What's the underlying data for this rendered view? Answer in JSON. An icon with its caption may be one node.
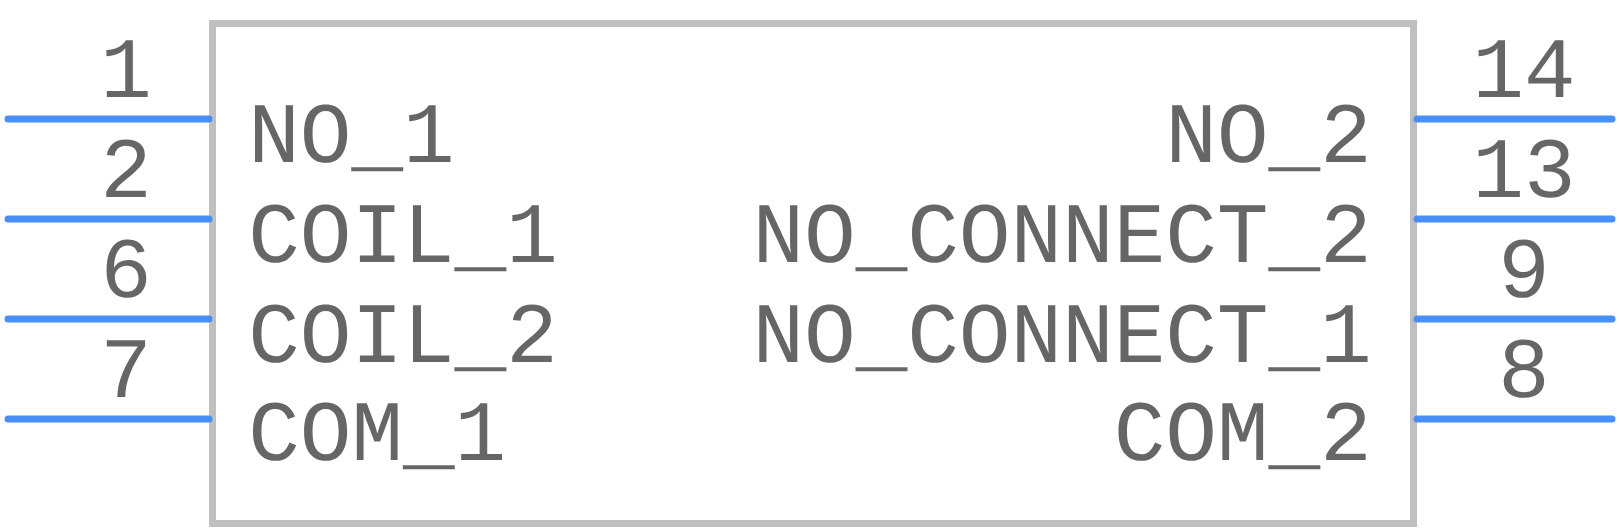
{
  "diagram": {
    "nodes": [
      {
        "text": [],
        "shape": "box"
      },
      {
        "text": [
          "NO_1"
        ],
        "in": 0
      },
      {
        "text": [
          "NO_2"
        ],
        "in": 0
      },
      {
        "text": [
          "COIL_1"
        ],
        "in": 0
      },
      {
        "text": [
          "NO_CONNECT_2"
        ],
        "in": 0
      },
      {
        "text": [
          "COIL_2"
        ],
        "in": 0
      },
      {
        "text": [
          "NO_CONNECT_1"
        ],
        "in": 0
      },
      {
        "text": [
          "COM_1"
        ],
        "in": 0
      },
      {
        "text": [
          "COM_2"
        ],
        "in": 0
      }
    ],
    "edges": [
      {
        "from": null,
        "to": 1,
        "arrow": "none",
        "label": "1"
      },
      {
        "from": null,
        "to": 3,
        "arrow": "none",
        "label": "2"
      },
      {
        "from": null,
        "to": 5,
        "arrow": "none",
        "label": "6"
      },
      {
        "from": null,
        "to": 7,
        "arrow": "none",
        "label": "7"
      },
      {
        "from": null,
        "to": 2,
        "arrow": "none",
        "label": "14"
      },
      {
        "from": null,
        "to": 4,
        "arrow": "none",
        "label": "13"
      },
      {
        "from": null,
        "to": 6,
        "arrow": "none",
        "label": "9"
      },
      {
        "from": null,
        "to": 8,
        "arrow": "none",
        "label": "8"
      }
    ]
  }
}
